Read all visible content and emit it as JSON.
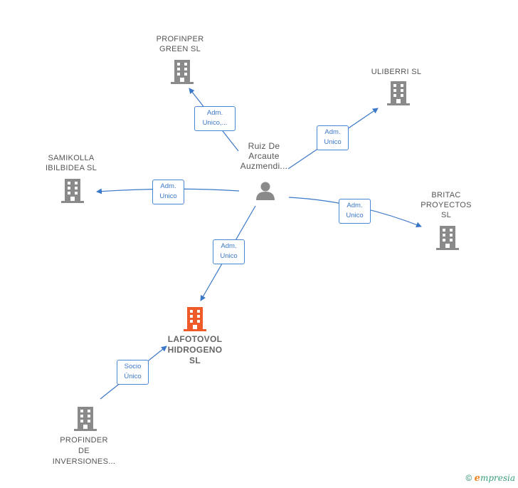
{
  "center": {
    "lines": [
      "Ruiz De",
      "Arcaute",
      "Auzmendi..."
    ]
  },
  "nodes": {
    "profinper": [
      "PROFINPER",
      "GREEN  SL"
    ],
    "uliberri": [
      "ULIBERRI SL"
    ],
    "samikolla": [
      "SAMIKOLLA",
      "IBILBIDEA SL"
    ],
    "britac": [
      "BRITAC",
      "PROYECTOS",
      "SL"
    ],
    "lafotovol": [
      "LAFOTOVOL",
      "HIDROGENO",
      "SL"
    ],
    "profinder": [
      "PROFINDER",
      "DE",
      "INVERSIONES..."
    ]
  },
  "edges": {
    "profinper": [
      "Adm.",
      "Unico,..."
    ],
    "uliberri": [
      "Adm.",
      "Unico"
    ],
    "samikolla": [
      "Adm.",
      "Unico"
    ],
    "britac": [
      "Adm.",
      "Unico"
    ],
    "lafotovol": [
      "Adm.",
      "Unico"
    ],
    "profinder": [
      "Socio",
      "Único"
    ]
  },
  "colors": {
    "building": "#8a8a8a",
    "focus_building": "#f05a28",
    "edge": "#3b78c8"
  },
  "footer": {
    "copyright": "©",
    "brand_initial": "e",
    "brand_rest": "mpresia"
  }
}
